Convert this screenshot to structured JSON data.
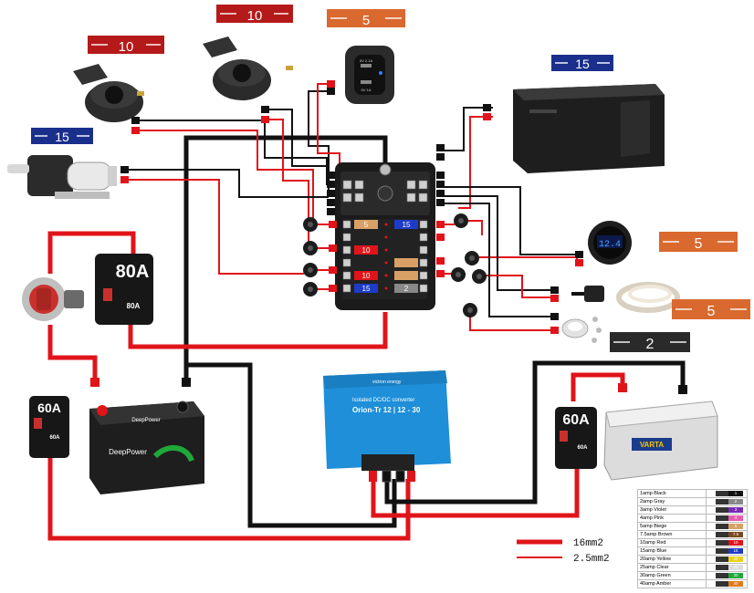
{
  "badges": {
    "socket_left": "10",
    "socket_mid": "10",
    "usb": "5",
    "fridge": "15",
    "pump": "15",
    "voltmeter": "5",
    "ledstrip": "5",
    "downlight": "2"
  },
  "fuses": {
    "r1": "5",
    "r1b": "15",
    "r3": "10",
    "r5": "10",
    "r6": "15",
    "r6b": "2"
  },
  "breakers": {
    "main": "80A",
    "main_small": "80A",
    "left": "60A",
    "left_small": "60A",
    "right": "60A",
    "right_small": "60A"
  },
  "converter": {
    "brand": "victron energy",
    "subtitle": "Isolated DC/DC converter",
    "model": "Orion-Tr 12 | 12 - 30"
  },
  "voltmeter_display": "12.4",
  "battery_right_brand": "VARTA",
  "battery_left_brand": "DeepPower",
  "usb_labels": {
    "a": "5V 2.1A",
    "b": "5V 1A"
  },
  "wire_legend": [
    {
      "label": "16mm2",
      "color": "#e0141a"
    },
    {
      "label": "2.5mm2",
      "color": "#e0141a"
    }
  ],
  "fuse_chart": [
    {
      "label": "1amp Black",
      "color": "#111111",
      "value": "1"
    },
    {
      "label": "2amp Gray",
      "color": "#888888",
      "value": "2"
    },
    {
      "label": "3amp Violet",
      "color": "#7a2bb8",
      "value": "3"
    },
    {
      "label": "4amp Pink",
      "color": "#e85db0",
      "value": "4"
    },
    {
      "label": "5amp Biege",
      "color": "#d9a066",
      "value": "5"
    },
    {
      "label": "7.5amp Brown",
      "color": "#7a4a1e",
      "value": "7.5"
    },
    {
      "label": "10amp Red",
      "color": "#e0141a",
      "value": "10"
    },
    {
      "label": "15amp Blue",
      "color": "#1e3cc8",
      "value": "15"
    },
    {
      "label": "20amp Yellow",
      "color": "#e8d21a",
      "value": "20"
    },
    {
      "label": "25amp Clear",
      "color": "#dddddd",
      "value": "25"
    },
    {
      "label": "30amp Green",
      "color": "#1fa83a",
      "value": "30"
    },
    {
      "label": "40amp Amber",
      "color": "#e07a1a",
      "value": "40"
    }
  ],
  "colors": {
    "red_wire": "#e0141a",
    "black_wire": "#111111",
    "badge_red": "#b51a1a",
    "badge_blue": "#1a2f8c",
    "badge_orange": "#d9692e",
    "badge_dark": "#2a2a2a",
    "victron_blue": "#1e8fd8"
  }
}
